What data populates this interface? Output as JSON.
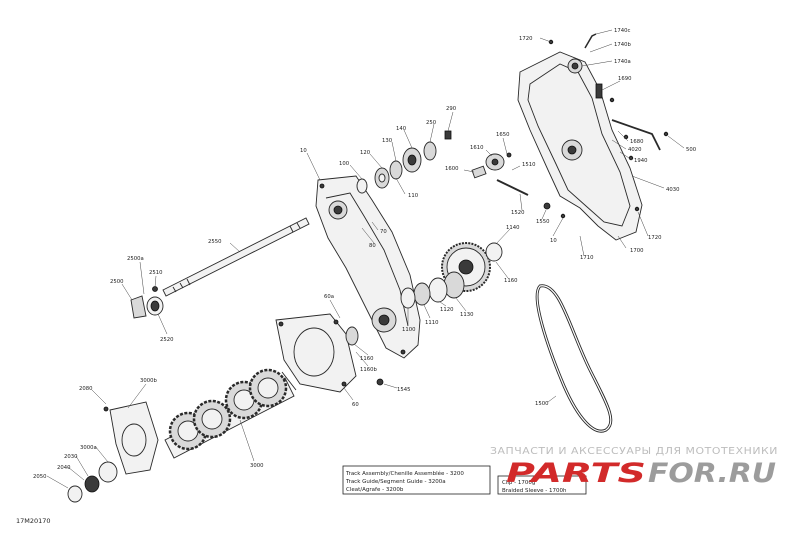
{
  "diagram_id": "17M20170",
  "references": [
    {
      "id": "r1720",
      "label": "1720"
    },
    {
      "id": "r1740c",
      "label": "1740c"
    },
    {
      "id": "r1740b",
      "label": "1740b"
    },
    {
      "id": "r1740a",
      "label": "1740a"
    },
    {
      "id": "r1690",
      "label": "1690"
    },
    {
      "id": "r290",
      "label": "290"
    },
    {
      "id": "r250",
      "label": "250"
    },
    {
      "id": "r140",
      "label": "140"
    },
    {
      "id": "r130",
      "label": "130"
    },
    {
      "id": "r120",
      "label": "120"
    },
    {
      "id": "r100",
      "label": "100"
    },
    {
      "id": "r110",
      "label": "110"
    },
    {
      "id": "r10",
      "label": "10"
    },
    {
      "id": "r1650",
      "label": "1650"
    },
    {
      "id": "r1610",
      "label": "1610"
    },
    {
      "id": "r1600",
      "label": "1600"
    },
    {
      "id": "r1510",
      "label": "1510"
    },
    {
      "id": "r1680",
      "label": "1680"
    },
    {
      "id": "r4020",
      "label": "4020"
    },
    {
      "id": "r1940",
      "label": "1940"
    },
    {
      "id": "r500",
      "label": "500"
    },
    {
      "id": "r4030",
      "label": "4030"
    },
    {
      "id": "r1520",
      "label": "1520"
    },
    {
      "id": "r1550",
      "label": "1550"
    },
    {
      "id": "r10b",
      "label": "10"
    },
    {
      "id": "r1720b",
      "label": "1720"
    },
    {
      "id": "r1700",
      "label": "1700"
    },
    {
      "id": "r1710",
      "label": "1710"
    },
    {
      "id": "r1140",
      "label": "1140"
    },
    {
      "id": "r1160",
      "label": "1160"
    },
    {
      "id": "r70",
      "label": "70"
    },
    {
      "id": "r80",
      "label": "80"
    },
    {
      "id": "r2550",
      "label": "2550"
    },
    {
      "id": "r2500a",
      "label": "2500a"
    },
    {
      "id": "r2500",
      "label": "2500"
    },
    {
      "id": "r2510",
      "label": "2510"
    },
    {
      "id": "r2520",
      "label": "2520"
    },
    {
      "id": "r60a",
      "label": "60a"
    },
    {
      "id": "r1100",
      "label": "1100"
    },
    {
      "id": "r1110",
      "label": "1110"
    },
    {
      "id": "r1120",
      "label": "1120"
    },
    {
      "id": "r1130",
      "label": "1130"
    },
    {
      "id": "r1160a",
      "label": "1160"
    },
    {
      "id": "r1160b",
      "label": "1160b"
    },
    {
      "id": "r1545",
      "label": "1545"
    },
    {
      "id": "r60",
      "label": "60"
    },
    {
      "id": "r1500",
      "label": "1500"
    },
    {
      "id": "r2080",
      "label": "2080"
    },
    {
      "id": "r3000b",
      "label": "3000b"
    },
    {
      "id": "r3000a",
      "label": "3000a"
    },
    {
      "id": "r2030",
      "label": "2030"
    },
    {
      "id": "r2040",
      "label": "2040"
    },
    {
      "id": "r2050",
      "label": "2050"
    },
    {
      "id": "r3000",
      "label": "3000"
    }
  ],
  "notes": {
    "track": [
      "Track Assembly/Chenille Assemblée - 3200",
      "Track Guide/Segment Guide - 3200a",
      "Cleat/Agrafe - 3200b"
    ],
    "clip": [
      "Clip - 1700g",
      "Braided Sleeve - 1700h"
    ]
  },
  "watermark": {
    "line1": "ЗАПЧАСТИ И АКСЕССУАРЫ ДЛЯ МОТОТЕХНИКИ",
    "brand_red": "PARTS",
    "brand_gray": "FOR.RU"
  }
}
